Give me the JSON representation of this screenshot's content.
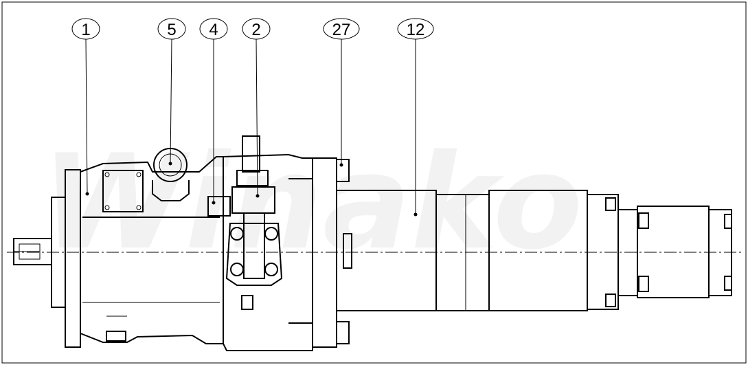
{
  "drawing": {
    "watermark": "Winako",
    "callouts": [
      {
        "id": "1",
        "label": "1"
      },
      {
        "id": "5",
        "label": "5"
      },
      {
        "id": "4",
        "label": "4"
      },
      {
        "id": "2",
        "label": "2"
      },
      {
        "id": "27",
        "label": "27"
      },
      {
        "id": "12",
        "label": "12"
      }
    ]
  }
}
